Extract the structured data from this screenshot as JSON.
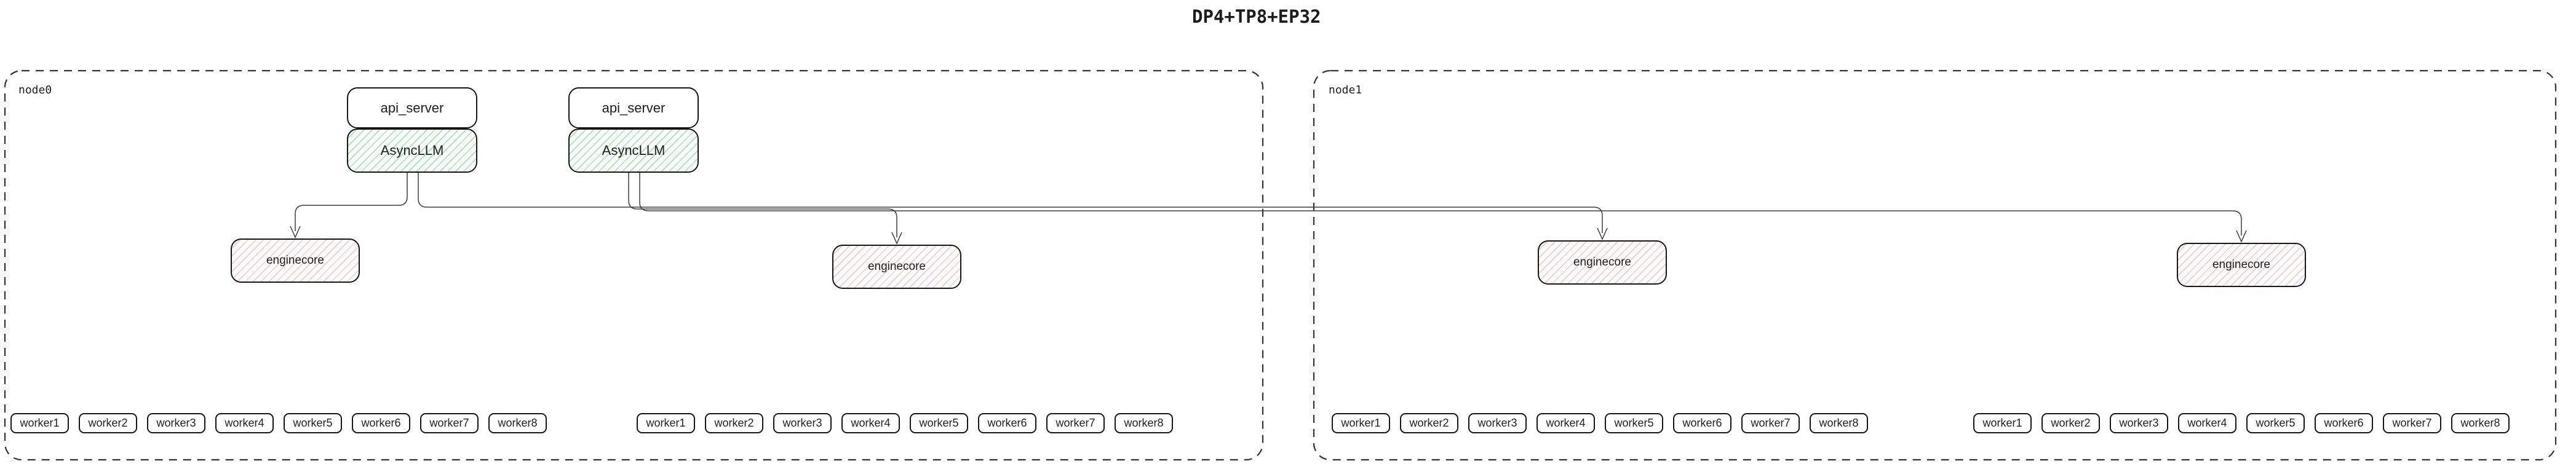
{
  "title": "DP4+TP8+EP32",
  "nodes": [
    {
      "id": "node0",
      "label": "node0"
    },
    {
      "id": "node1",
      "label": "node1"
    }
  ],
  "labels": {
    "api_server": "api_server",
    "async_llm": "AsyncLLM",
    "enginecore": "enginecore"
  },
  "workers": [
    "worker1",
    "worker2",
    "worker3",
    "worker4",
    "worker5",
    "worker6",
    "worker7",
    "worker8"
  ],
  "colors": {
    "background": "#ffffff",
    "text": "#1f1f1f",
    "box_border": "#161616",
    "node_border": "#333333",
    "edge": "#3d3d3d",
    "green_hatch": "#6ed68c",
    "pink_hatch": "#eea8a3"
  }
}
